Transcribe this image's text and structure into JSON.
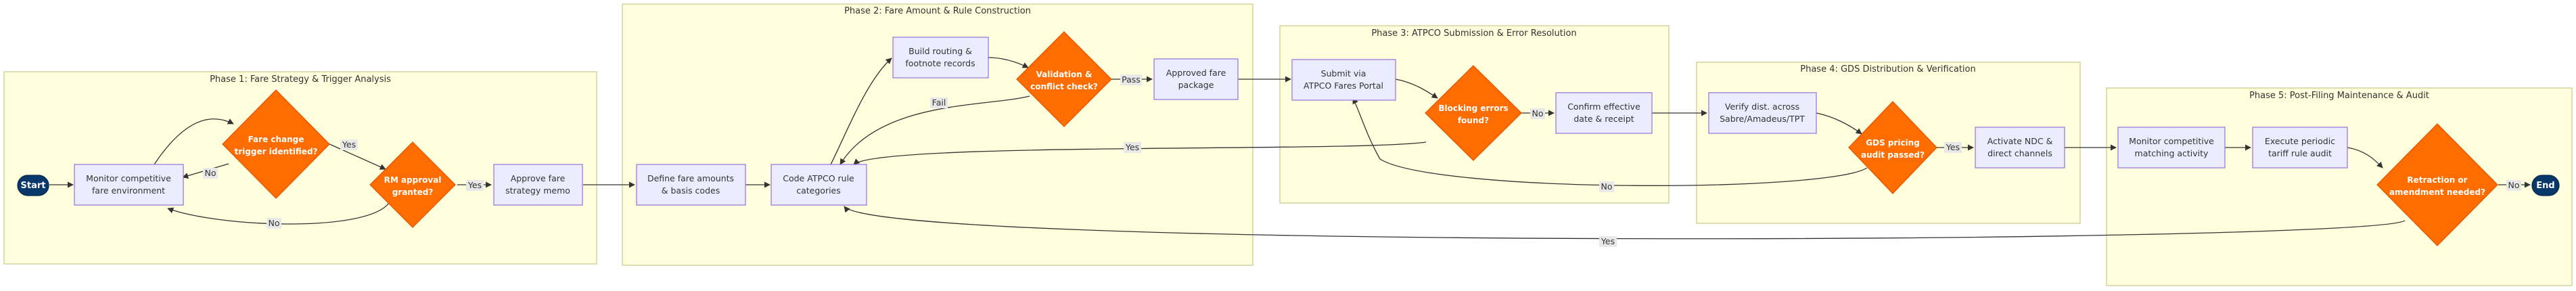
{
  "phases": [
    {
      "id": "p1",
      "title": "Phase 1: Fare Strategy & Trigger Analysis"
    },
    {
      "id": "p2",
      "title": "Phase 2: Fare Amount & Rule Construction"
    },
    {
      "id": "p3",
      "title": "Phase 3: ATPCO Submission & Error Resolution"
    },
    {
      "id": "p4",
      "title": "Phase 4: GDS Distribution & Verification"
    },
    {
      "id": "p5",
      "title": "Phase 5: Post-Filing Maintenance & Audit"
    }
  ],
  "nodes": {
    "start": {
      "lines": [
        "Start"
      ]
    },
    "monitor_env": {
      "lines": [
        "Monitor competitive",
        "fare environment"
      ]
    },
    "fare_change": {
      "lines": [
        "Fare change",
        "trigger identified?"
      ]
    },
    "rm_approval": {
      "lines": [
        "RM approval",
        "granted?"
      ]
    },
    "approve_memo": {
      "lines": [
        "Approve fare",
        "strategy memo"
      ]
    },
    "define_amounts": {
      "lines": [
        "Define fare amounts",
        "& basis codes"
      ]
    },
    "code_rules": {
      "lines": [
        "Code ATPCO rule",
        "categories"
      ]
    },
    "build_routing": {
      "lines": [
        "Build routing &",
        "footnote records"
      ]
    },
    "validation": {
      "lines": [
        "Validation &",
        "conflict check?"
      ]
    },
    "approved_pkg": {
      "lines": [
        "Approved fare",
        "package"
      ]
    },
    "submit": {
      "lines": [
        "Submit via",
        "ATPCO Fares Portal"
      ]
    },
    "blocking": {
      "lines": [
        "Blocking errors",
        "found?"
      ]
    },
    "confirm": {
      "lines": [
        "Confirm effective",
        "date & receipt"
      ]
    },
    "verify": {
      "lines": [
        "Verify dist. across",
        "Sabre/Amadeus/TPT"
      ]
    },
    "gds_audit": {
      "lines": [
        "GDS pricing",
        "audit passed?"
      ]
    },
    "activate_ndc": {
      "lines": [
        "Activate NDC &",
        "direct channels"
      ]
    },
    "monitor_match": {
      "lines": [
        "Monitor competitive",
        "matching activity"
      ]
    },
    "tariff_audit": {
      "lines": [
        "Execute periodic",
        "tariff rule audit"
      ]
    },
    "retraction": {
      "lines": [
        "Retraction or",
        "amendment needed?"
      ]
    },
    "end": {
      "lines": [
        "End"
      ]
    }
  },
  "edge_labels": {
    "fare_change_yes": "Yes",
    "fare_change_no": "No",
    "rm_yes": "Yes",
    "rm_no": "No",
    "validation_pass": "Pass",
    "validation_fail": "Fail",
    "blocking_no": "No",
    "blocking_yes": "Yes",
    "gds_yes": "Yes",
    "gds_no": "No",
    "retraction_no": "No",
    "retraction_yes": "Yes"
  },
  "colors": {
    "phase_fill": "#ffffde",
    "process_fill": "#ececff",
    "process_stroke": "#9370db",
    "decision_fill": "#ff6d00",
    "terminal_fill": "#083869"
  }
}
